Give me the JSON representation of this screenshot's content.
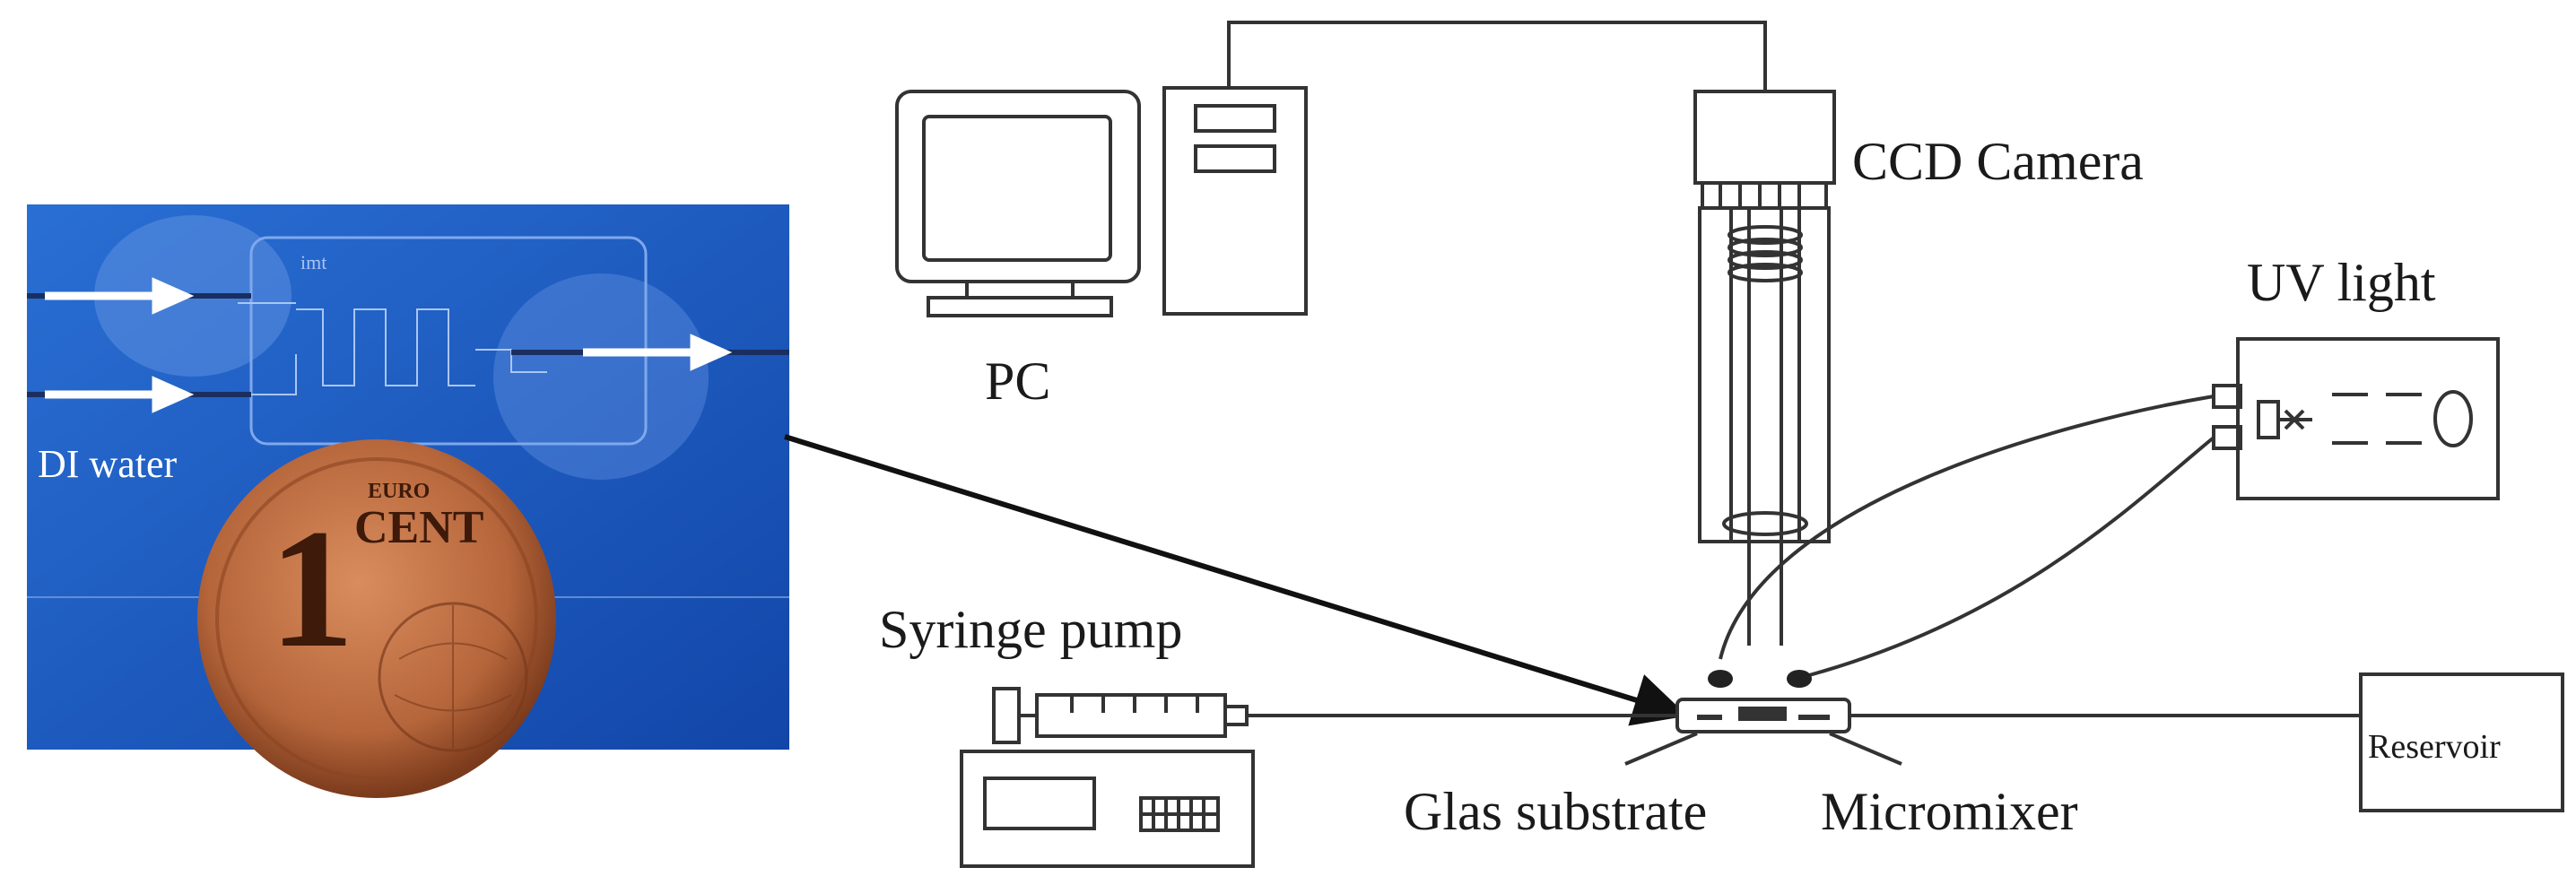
{
  "photo": {
    "inlet_label": "DI water",
    "coin_value": "1",
    "coin_word": "CENT",
    "coin_small": "EURO",
    "chip_mark": "imt"
  },
  "labels": {
    "pc": "PC",
    "ccd_camera": "CCD Camera",
    "uv_light": "UV light",
    "syringe_pump": "Syringe pump",
    "glas_substrate": "Glas substrate",
    "micromixer": "Micromixer",
    "reservoir": "Reservoir"
  },
  "colors": {
    "photo_background": "#1d5fc6",
    "coin": "#b5653a",
    "line": "#333333"
  }
}
